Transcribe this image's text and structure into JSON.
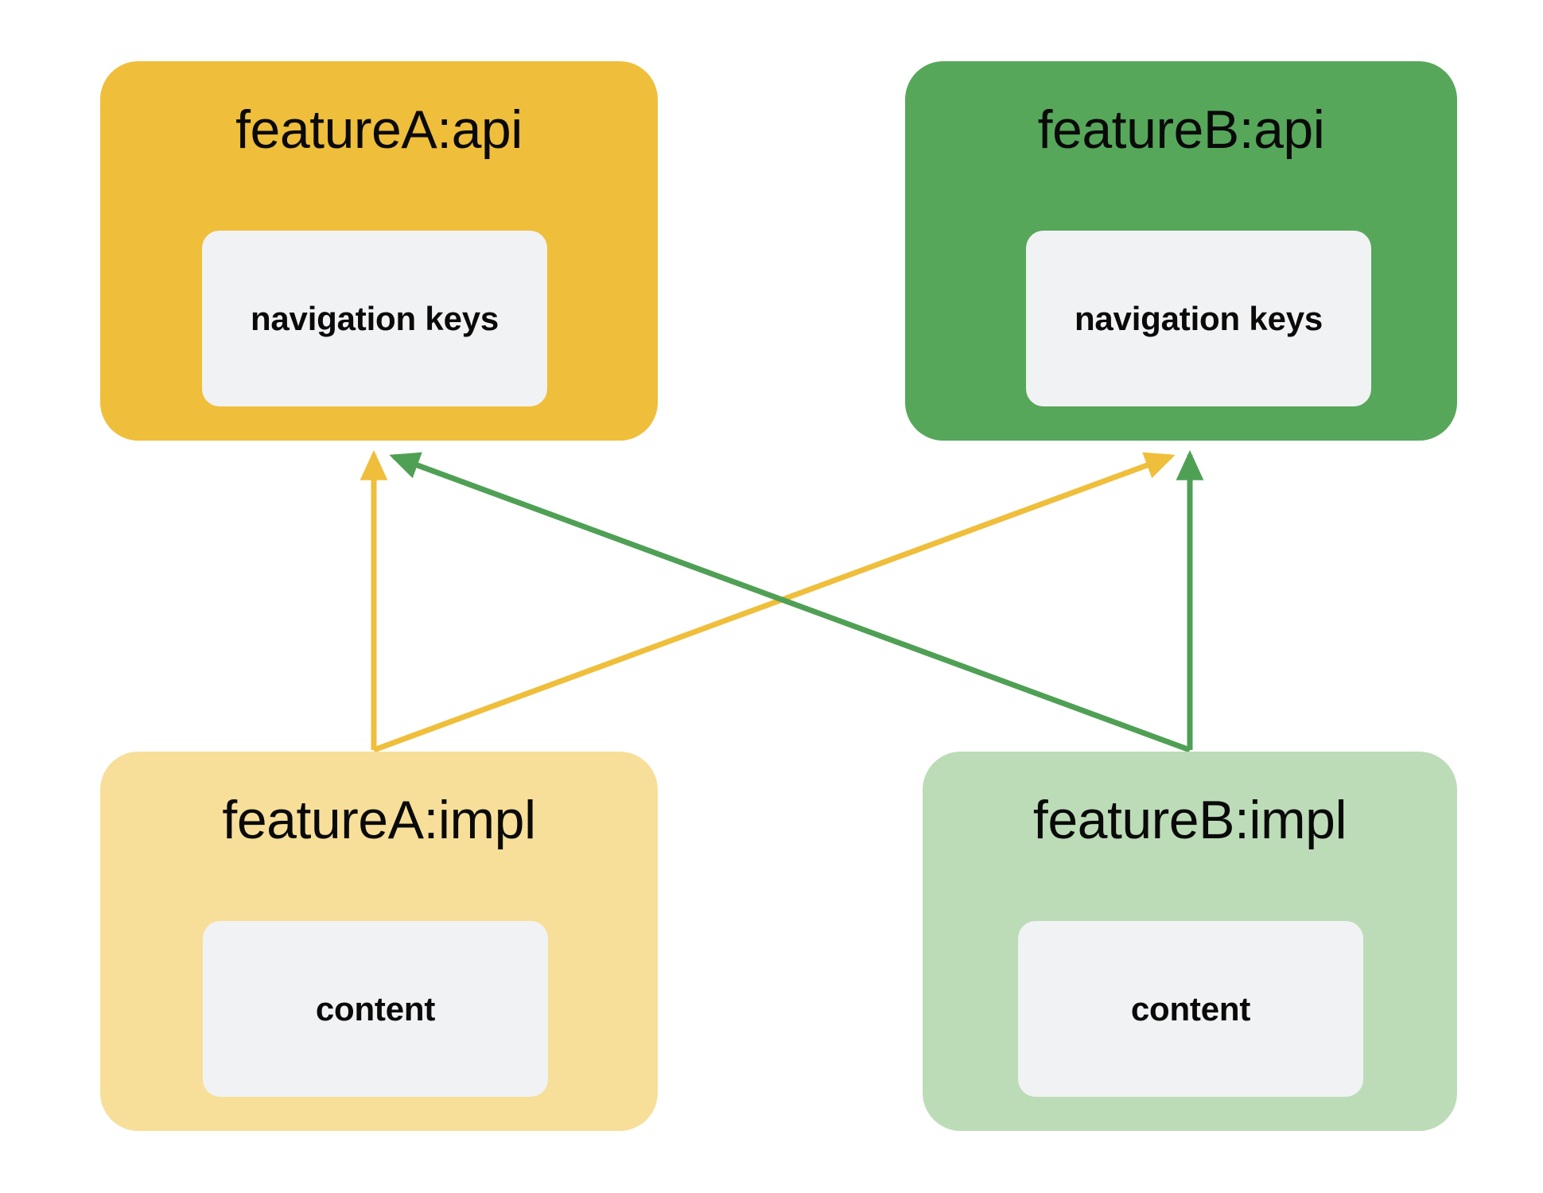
{
  "diagram": {
    "title": "Feature module api/impl dependency diagram",
    "background": "#ffffff",
    "colors": {
      "featureA_api_fill": "#EFBE3B",
      "featureB_api_fill": "#56A75A",
      "featureA_impl_fill": "#F7DF9A",
      "featureB_impl_fill": "#BCDCB7",
      "inner_fill": "#F1F2F4",
      "text": "#0A0A0A",
      "arrow_yellow": "#EFBE3B",
      "arrow_green": "#4FA055"
    },
    "nodes": [
      {
        "id": "featureA-api",
        "title": "featureA:api",
        "inner_label": "navigation keys",
        "fill": "#EFBE3B"
      },
      {
        "id": "featureB-api",
        "title": "featureB:api",
        "inner_label": "navigation keys",
        "fill": "#56A75A"
      },
      {
        "id": "featureA-impl",
        "title": "featureA:impl",
        "inner_label": "content",
        "fill": "#F7DF9A"
      },
      {
        "id": "featureB-impl",
        "title": "featureB:impl",
        "inner_label": "content",
        "fill": "#BCDCB7"
      }
    ],
    "edges": [
      {
        "id": "a-impl-to-a-api",
        "from": "featureA:impl",
        "to": "featureA:api",
        "color": "#EFBE3B",
        "style": "straight-vertical"
      },
      {
        "id": "a-impl-to-b-api",
        "from": "featureA:impl",
        "to": "featureB:api",
        "color": "#EFBE3B",
        "style": "diagonal"
      },
      {
        "id": "b-impl-to-b-api",
        "from": "featureB:impl",
        "to": "featureB:api",
        "color": "#4FA055",
        "style": "straight-vertical"
      },
      {
        "id": "b-impl-to-a-api",
        "from": "featureB:impl",
        "to": "featureA:api",
        "color": "#4FA055",
        "style": "diagonal"
      }
    ]
  }
}
